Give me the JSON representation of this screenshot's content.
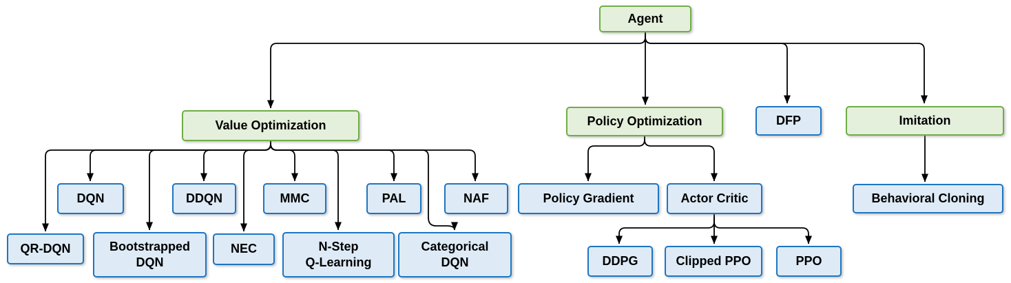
{
  "diagram": {
    "description": "Reinforcement learning agent algorithm hierarchy",
    "colors": {
      "category_fill": "#E5F0DC",
      "category_border": "#70AD47",
      "algorithm_fill": "#DEEBF7",
      "algorithm_border": "#1E75C2",
      "connector": "#000000",
      "text": "#000000",
      "background": "#FFFFFF"
    },
    "nodes": {
      "agent": {
        "label": "Agent",
        "type": "category"
      },
      "value_optimization": {
        "label": "Value Optimization",
        "type": "category"
      },
      "policy_optimization": {
        "label": "Policy Optimization",
        "type": "category"
      },
      "dfp": {
        "label": "DFP",
        "type": "algorithm"
      },
      "imitation": {
        "label": "Imitation",
        "type": "category"
      },
      "dqn": {
        "label": "DQN",
        "type": "algorithm"
      },
      "ddqn": {
        "label": "DDQN",
        "type": "algorithm"
      },
      "mmc": {
        "label": "MMC",
        "type": "algorithm"
      },
      "pal": {
        "label": "PAL",
        "type": "algorithm"
      },
      "naf": {
        "label": "NAF",
        "type": "algorithm"
      },
      "qr_dqn": {
        "label": "QR-DQN",
        "type": "algorithm"
      },
      "bootstrapped_dqn": {
        "label": "Bootstrapped\nDQN",
        "type": "algorithm"
      },
      "nec": {
        "label": "NEC",
        "type": "algorithm"
      },
      "n_step_q_learning": {
        "label": "N-Step\nQ-Learning",
        "type": "algorithm"
      },
      "categorical_dqn": {
        "label": "Categorical\nDQN",
        "type": "algorithm"
      },
      "policy_gradient": {
        "label": "Policy Gradient",
        "type": "algorithm"
      },
      "actor_critic": {
        "label": "Actor Critic",
        "type": "algorithm"
      },
      "ddpg": {
        "label": "DDPG",
        "type": "algorithm"
      },
      "clipped_ppo": {
        "label": "Clipped PPO",
        "type": "algorithm"
      },
      "ppo": {
        "label": "PPO",
        "type": "algorithm"
      },
      "behavioral_cloning": {
        "label": "Behavioral Cloning",
        "type": "algorithm"
      }
    },
    "edges": [
      [
        "agent",
        "value_optimization"
      ],
      [
        "agent",
        "policy_optimization"
      ],
      [
        "agent",
        "dfp"
      ],
      [
        "agent",
        "imitation"
      ],
      [
        "value_optimization",
        "qr_dqn"
      ],
      [
        "value_optimization",
        "dqn"
      ],
      [
        "value_optimization",
        "bootstrapped_dqn"
      ],
      [
        "value_optimization",
        "ddqn"
      ],
      [
        "value_optimization",
        "nec"
      ],
      [
        "value_optimization",
        "mmc"
      ],
      [
        "value_optimization",
        "n_step_q_learning"
      ],
      [
        "value_optimization",
        "pal"
      ],
      [
        "value_optimization",
        "categorical_dqn"
      ],
      [
        "value_optimization",
        "naf"
      ],
      [
        "policy_optimization",
        "policy_gradient"
      ],
      [
        "policy_optimization",
        "actor_critic"
      ],
      [
        "actor_critic",
        "ddpg"
      ],
      [
        "actor_critic",
        "clipped_ppo"
      ],
      [
        "actor_critic",
        "ppo"
      ],
      [
        "imitation",
        "behavioral_cloning"
      ]
    ]
  }
}
